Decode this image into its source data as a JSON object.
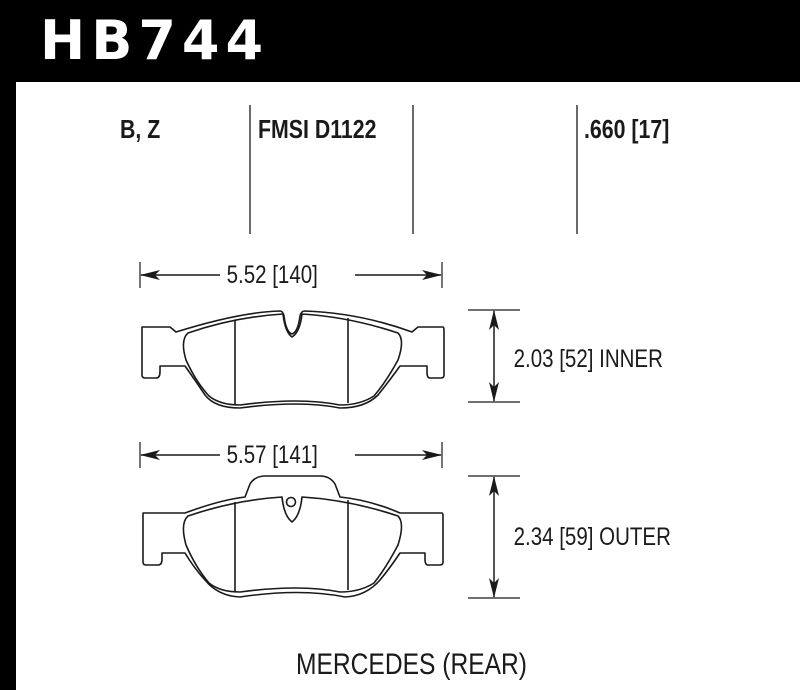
{
  "header": {
    "part_number": "HB744",
    "background_color": "#000000",
    "text_color": "#ffffff"
  },
  "info_row": {
    "compounds": "B, Z",
    "fmsi": "FMSI D1122",
    "thickness": ".660 [17]"
  },
  "inner_pad": {
    "width_label": "5.52 [140]",
    "height_label": "2.03 [52] INNER"
  },
  "outer_pad": {
    "width_label": "5.57 [141]",
    "height_label": "2.34 [59] OUTER"
  },
  "application": "MERCEDES (REAR)",
  "colors": {
    "line": "#1a1a1a",
    "divider": "#6a6a6a"
  }
}
